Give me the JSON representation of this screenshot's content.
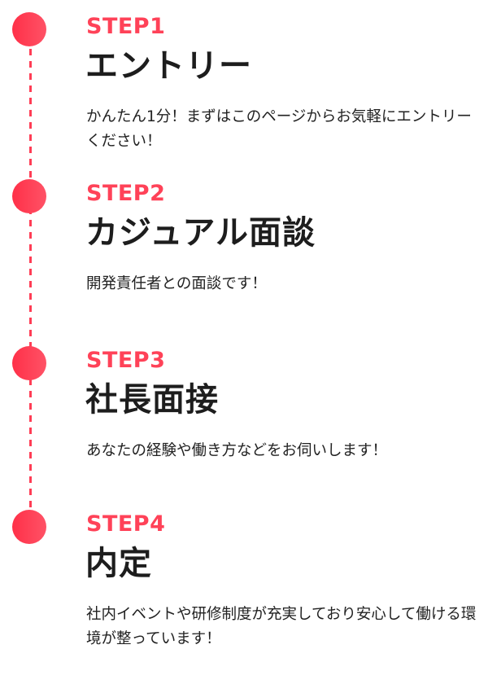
{
  "accent_color": "#ff4258",
  "steps": [
    {
      "label": "STEP1",
      "title": "エントリー",
      "description": "かんたん1分！まずはこのページからお気軽にエントリーください！"
    },
    {
      "label": "STEP2",
      "title": "カジュアル面談",
      "description": "開発責任者との面談です！"
    },
    {
      "label": "STEP3",
      "title": "社長面接",
      "description": "あなたの経験や働き方などをお伺いします！"
    },
    {
      "label": "STEP4",
      "title": "内定",
      "description": "社内イベントや研修制度が充実しており安心して働ける環境が整っています！"
    }
  ]
}
